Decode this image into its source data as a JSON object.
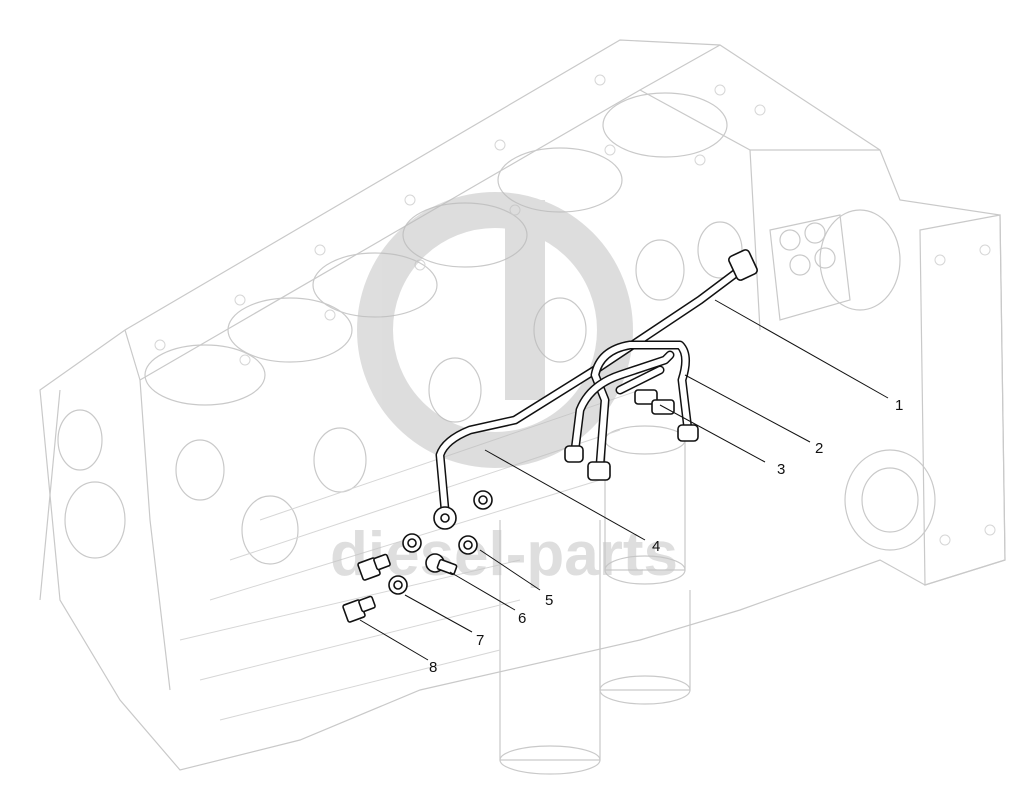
{
  "diagram": {
    "watermark_text": "diesel-parts",
    "callouts": [
      {
        "number": "1"
      },
      {
        "number": "2"
      },
      {
        "number": "3"
      },
      {
        "number": "4"
      },
      {
        "number": "5"
      },
      {
        "number": "6"
      },
      {
        "number": "7"
      },
      {
        "number": "8"
      }
    ]
  },
  "colors": {
    "line_art": "#111111",
    "ghost_engine": "#c9c9c9",
    "watermark": "#c4c4c4",
    "background": "#ffffff"
  }
}
